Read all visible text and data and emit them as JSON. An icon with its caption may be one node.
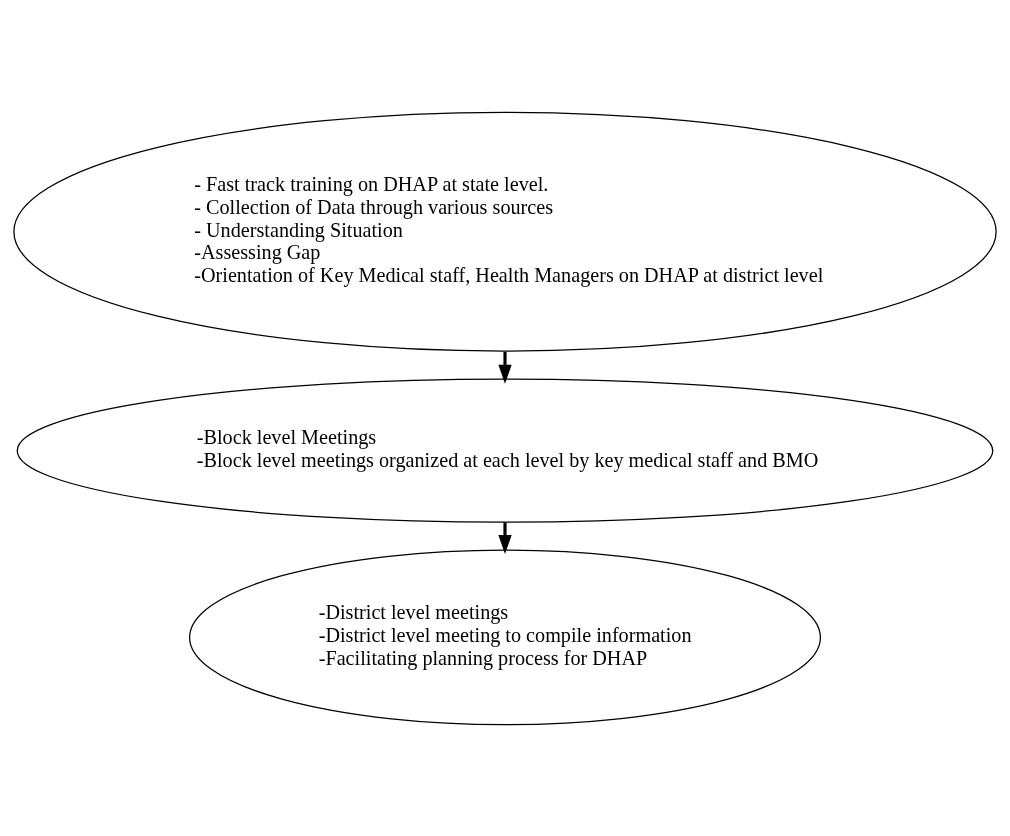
{
  "diagram": {
    "nodes": [
      {
        "text": [
          "- Fast track training on DHAP at state level.",
          "- Collection of Data through various sources",
          "- Understanding Situation",
          "-Assessing Gap",
          "-Orientation of Key Medical staff, Health Managers on DHAP at district level"
        ]
      },
      {
        "text": [
          "-Block level Meetings",
          "-Block level meetings organized at each level by key medical staff and BMO"
        ]
      },
      {
        "text": [
          "-District level meetings",
          "-District level meeting to compile information",
          "-Facilitating planning process for DHAP"
        ]
      }
    ],
    "edges": [
      {
        "from": 0,
        "to": 1,
        "arrow": "to"
      },
      {
        "from": 1,
        "to": 2,
        "arrow": "to"
      }
    ]
  }
}
